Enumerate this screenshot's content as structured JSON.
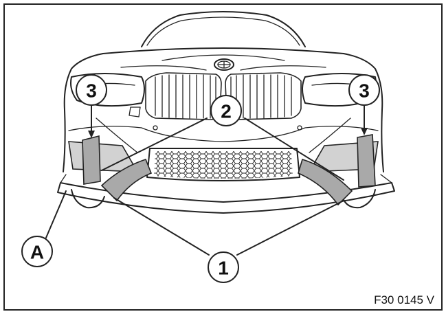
{
  "figure": {
    "id_label": "F30 0145 V",
    "callouts": [
      {
        "key": "1",
        "label": "1"
      },
      {
        "key": "2",
        "label": "2"
      },
      {
        "key": "3-left",
        "label": "3"
      },
      {
        "key": "3-right",
        "label": "3"
      },
      {
        "key": "A",
        "label": "A"
      }
    ]
  },
  "colors": {
    "line": "#222222",
    "part_fill": "#a9a9a9",
    "fog_fill": "#d2d2d2",
    "frame": "#222222",
    "background": "#ffffff"
  }
}
